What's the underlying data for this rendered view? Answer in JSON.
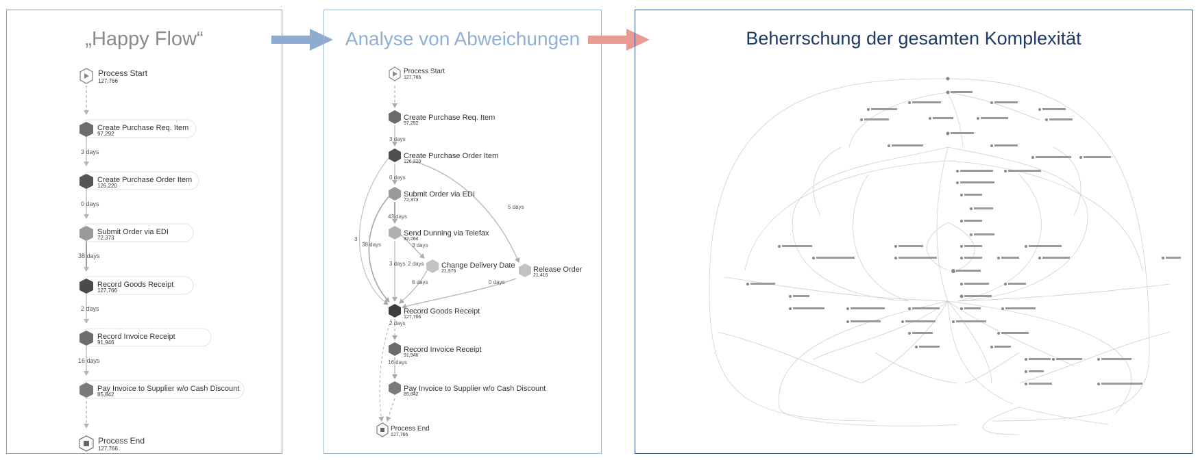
{
  "panels": {
    "happy": {
      "title": "„Happy Flow“",
      "start": {
        "label": "Process Start",
        "count": "127,766"
      },
      "end": {
        "label": "Process End",
        "count": "127,766"
      },
      "activities": [
        {
          "label": "Create Purchase Req. Item",
          "count": "97,292"
        },
        {
          "label": "Create Purchase Order Item",
          "count": "126,220"
        },
        {
          "label": "Submit Order via EDI",
          "count": "72,373"
        },
        {
          "label": "Record Goods Receipt",
          "count": "127,766"
        },
        {
          "label": "Record Invoice Receipt",
          "count": "91,946"
        },
        {
          "label": "Pay Invoice to Supplier w/o Cash Discount",
          "count": "85,842"
        }
      ],
      "durations": [
        "3 days",
        "0 days",
        "38 days",
        "2 days",
        "16 days"
      ]
    },
    "deviations": {
      "title": "Analyse von Abweichungen",
      "start": {
        "label": "Process Start",
        "count": "127,766"
      },
      "end": {
        "label": "Process End",
        "count": "127,766"
      },
      "activities": [
        {
          "label": "Create  Purchase Req. Item",
          "count": "97,292"
        },
        {
          "label": "Create  Purchase Order Item",
          "count": "126,220"
        },
        {
          "label": "Submit Order via EDI",
          "count": "72,373"
        },
        {
          "label": "Send Dunning via Telefax",
          "count": "32,264"
        },
        {
          "label": "Change Delivery Date",
          "count": "21,976"
        },
        {
          "label": "Release Order",
          "count": "21,416"
        },
        {
          "label": "Record Goods Receipt",
          "count": "127,766"
        },
        {
          "label": "Record Invoice Receipt",
          "count": "91,946"
        },
        {
          "label": "Pay Invoice to Supplier w/o Cash Discount",
          "count": "85,842"
        }
      ],
      "durations": {
        "req_to_order": "3 days",
        "order_to_edi": "0 days",
        "edi_to_dunning": "43 days",
        "dunning_to_change": "3 days",
        "change_back": "2 days",
        "dunning_to_goods": "3 days",
        "change_to_goods": "6 days",
        "order_to_release": "5 days",
        "release_to_goods": "0 days",
        "edi_to_goods": "38 days",
        "order_to_goods": "3",
        "goods_to_invoice": "2 days",
        "invoice_to_pay": "16 days"
      }
    },
    "complexity": {
      "title": "Beherrschung der gesamten Komplexität"
    }
  },
  "colors": {
    "happy_title": "#8a8a8a",
    "deviations_title": "#8fb0d3",
    "complexity_title": "#1f3a66",
    "arrow_blue": "#8eacd0",
    "arrow_red": "#e89a95",
    "frame_grey": "#9a9a9a",
    "frame_light_blue": "#9cb6d4",
    "frame_dark_blue": "#2e4f7c"
  }
}
